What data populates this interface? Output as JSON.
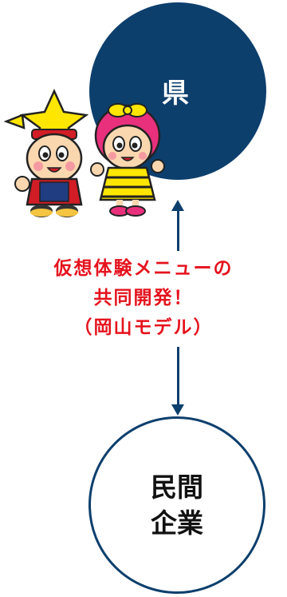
{
  "top_node": {
    "label": "県",
    "fill_color": "#0d3f6d"
  },
  "bottom_node": {
    "line1": "民間",
    "line2": "企業",
    "border_color": "#0d3f6d"
  },
  "connector": {
    "color": "#0d3f6d",
    "direction": "bidirectional"
  },
  "caption": {
    "line1": "仮想体験メニューの",
    "line2": "共同開発！",
    "line3": "（岡山モデル）",
    "color": "#e5121d"
  },
  "mascots": {
    "icons": [
      "mascot-boy-icon",
      "mascot-girl-icon"
    ]
  }
}
